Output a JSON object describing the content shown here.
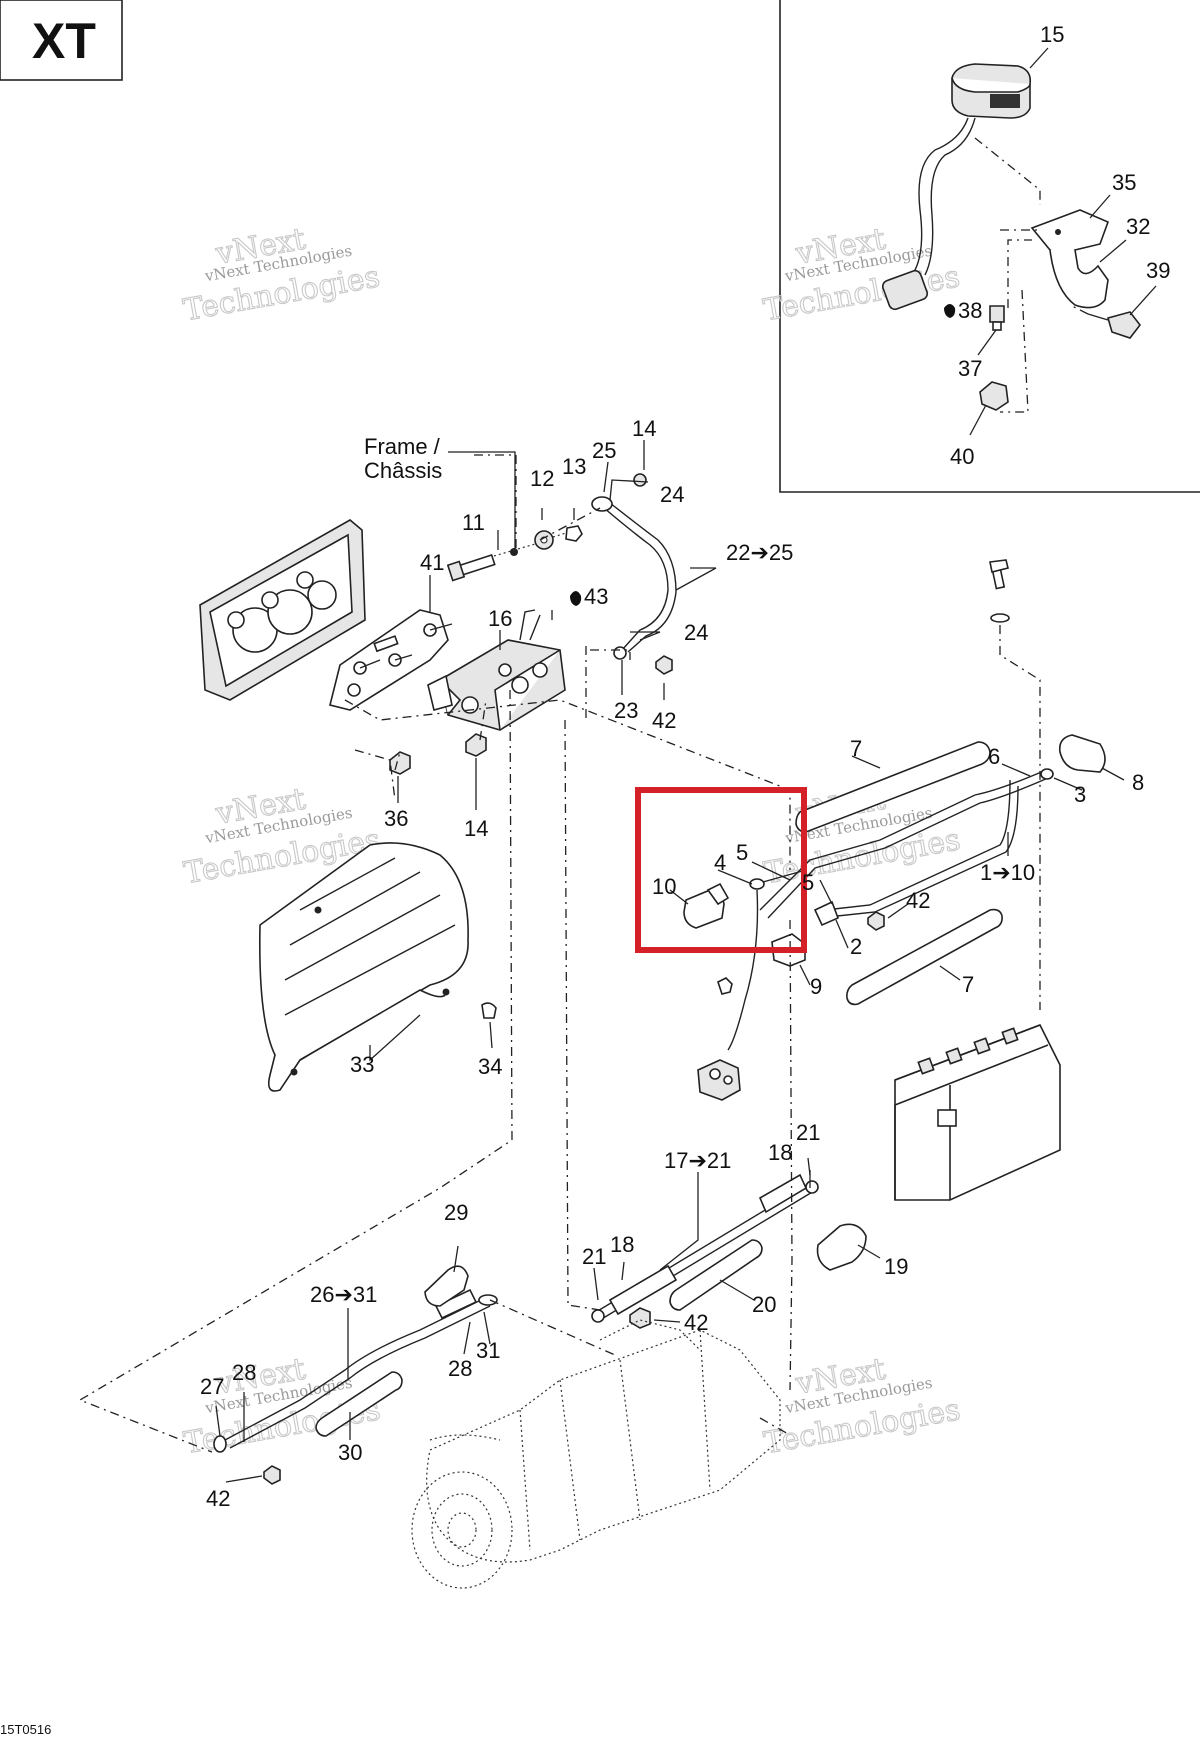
{
  "model_badge": "XT",
  "drawing_code": "15T0516",
  "frame_label": [
    "Frame /",
    "Châssis"
  ],
  "watermark": {
    "line1": "vNext",
    "line2": "vNext Technologies",
    "line3": "Technologies"
  },
  "callouts": {
    "c15": "15",
    "c35": "35",
    "c32": "32",
    "c39": "39",
    "c38": "38",
    "c37": "37",
    "c40": "40",
    "c14a": "14",
    "c25": "25",
    "c12": "12",
    "c13": "13",
    "c24a": "24",
    "c11": "11",
    "c2225": "22➔25",
    "c41": "41",
    "c16": "16",
    "c43": "43",
    "c24b": "24",
    "c23": "23",
    "c42a": "42",
    "c36": "36",
    "c14b": "14",
    "c7a": "7",
    "c6": "6",
    "c3": "3",
    "c8": "8",
    "c5a": "5",
    "c4": "4",
    "c10": "10",
    "c5b": "5",
    "c42b": "42",
    "c110": "1➔10",
    "c2": "2",
    "c9": "9",
    "c7b": "7",
    "c33": "33",
    "c34": "34",
    "c1721": "17➔21",
    "c18a": "18",
    "c21a": "21",
    "c19": "19",
    "c21b": "21",
    "c18b": "18",
    "c20": "20",
    "c42c": "42",
    "c29": "29",
    "c2631": "26➔31",
    "c28a": "28",
    "c31": "31",
    "c27": "27",
    "c28b": "28",
    "c30": "30",
    "c42d": "42"
  },
  "colors": {
    "highlight": "#d42027",
    "line": "#222222"
  }
}
